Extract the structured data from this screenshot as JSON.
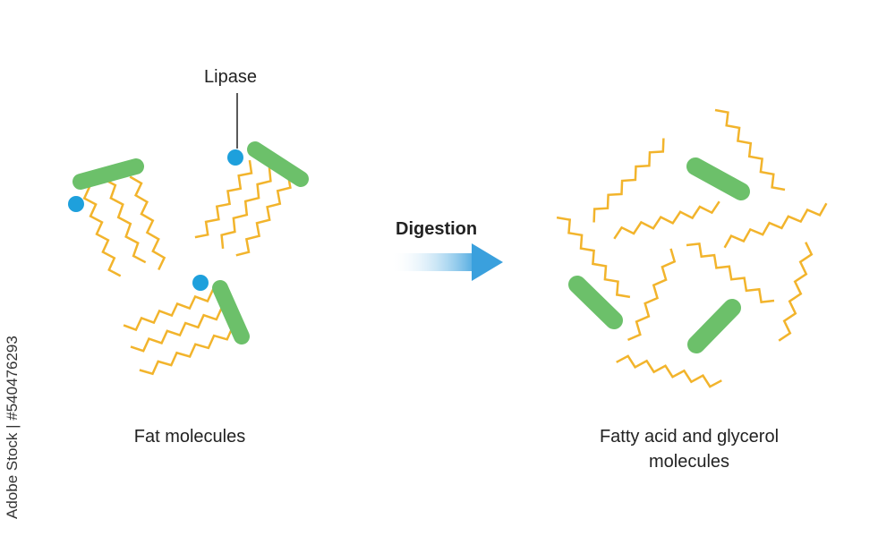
{
  "labels": {
    "enzyme": "Lipase",
    "process": "Digestion",
    "left_caption": "Fat molecules",
    "right_caption_line1": "Fatty acid and glycerol",
    "right_caption_line2": "molecules"
  },
  "watermark": {
    "stock_text": "Adobe Stock | #540476293"
  },
  "colors": {
    "glycerol": "#6cc06a",
    "fatty_acid": "#f2b42c",
    "enzyme": "#1ea0dc",
    "arrow_start": "#ffffff",
    "arrow_end": "#3aa0dd",
    "text": "#222222"
  }
}
